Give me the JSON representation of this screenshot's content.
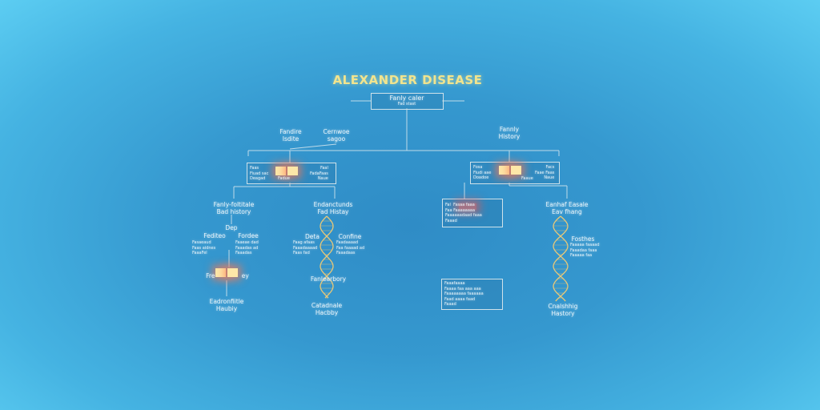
{
  "title": "ALEXANDER DISEASE",
  "root": {
    "line1": "Fanly caler",
    "line2": "Fad stast"
  },
  "labels": {
    "left_a": "Fandire\nIsdite",
    "left_b": "Cernwoe\nsagoo",
    "right": "Fannly\nHistory"
  },
  "left_box": {
    "l": "Faas\nFiuad sac\nDeagad",
    "m": "Fadue",
    "r": "Faal\nFadaFaas\nNaue"
  },
  "right_box": {
    "l": "Fosa\nFiudi aae\nDoadoe",
    "m": "Faaue",
    "r": "Facs\nFaae Faas\nNaue"
  },
  "branches": {
    "ll_head": "Fanly-foltitale\nBad history",
    "ll_dep": "Dep",
    "ll_a": "Fediteo",
    "ll_a_sub": "Fasaeaud\nFaas aidnes\nFaaaFel",
    "ll_b": "Fordee",
    "ll_b_sub": "Faaeae dad\nFaaadas ad\nFaaadas",
    "ll_glow": "Fre              ey",
    "ll_foot": "Eadronfiitle\nHaubiy",
    "lm_head": "Endanctunds\nFad Histay",
    "lm_a": "Deta",
    "lm_a_sub": "Faag afaas\nFaaadaaaad\nFaas fad",
    "lm_b": "Confine",
    "lm_b_sub": "Faadaaaad\nFaa faaaad ad\nFaaadaas",
    "lm_mid": "Fanlearbory",
    "lm_foot": "Catadnale\nHacbby",
    "rl_box1": "Fal  Fasaa faaa\nFaa Faaaaaaaa\nFaaaaaadaad faaa\nFaaad",
    "rl_box2": "Faaafaaaa\nFaaaa faa aaa aaa\nFaaaaaaaa faaaaaa\nFaad aaaa faad\nFaaad",
    "rr_head": "Eanhaf Easale\nEav fhang",
    "rr_a": "Fosthes",
    "rr_a_sub": "Faaaaa faaaad\nFaaadaa faaa\nFaaaaa faa",
    "rr_foot": "Cnalshhig\nHastory"
  },
  "colors": {
    "title": "#f1e48e",
    "lines": "#d8e8ee",
    "helix": "#e8c878",
    "glow": "#ff7a5a"
  }
}
